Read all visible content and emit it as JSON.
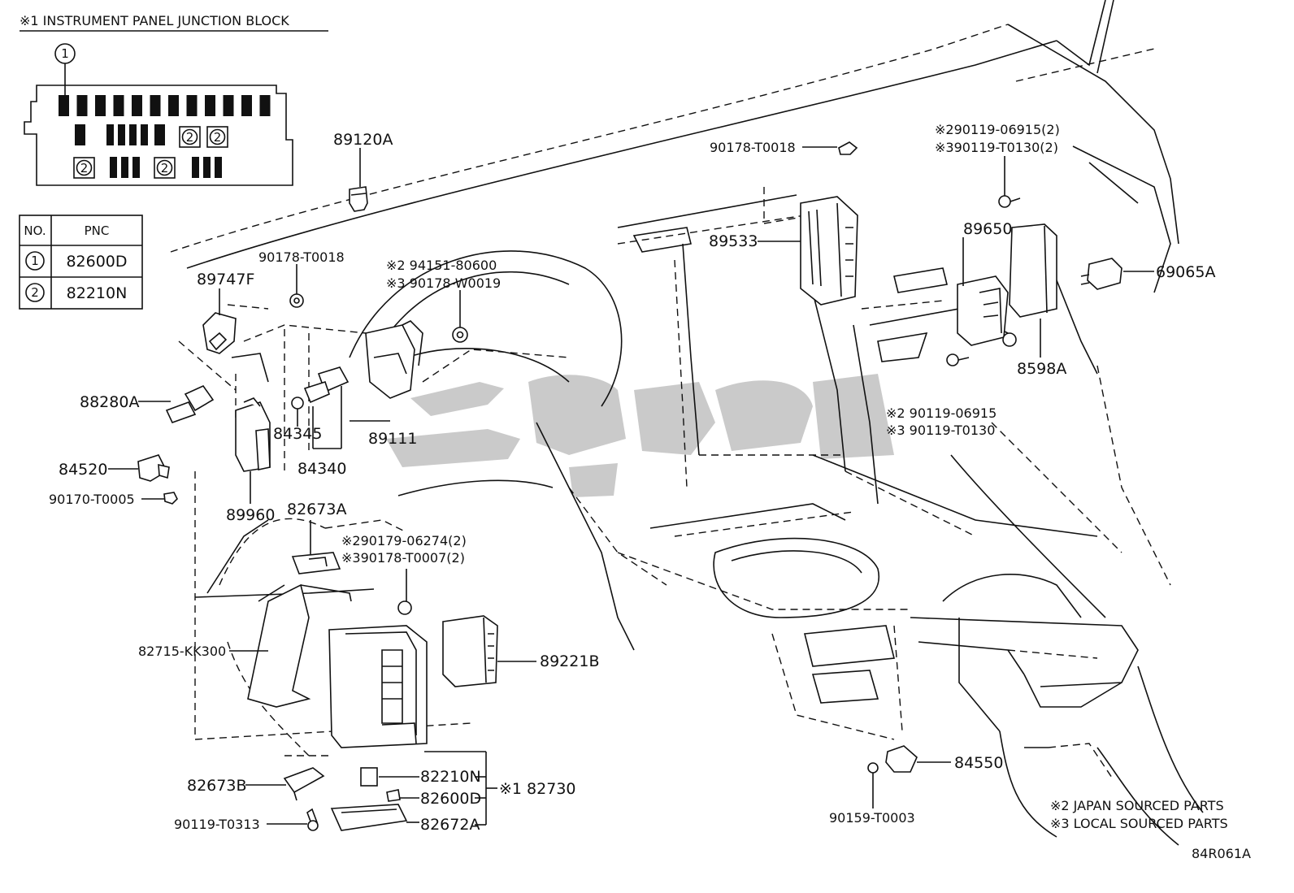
{
  "junction_block": {
    "title": "※1 INSTRUMENT PANEL JUNCTION BLOCK",
    "callout_1": "1",
    "callout_2": "2"
  },
  "pnc_table": {
    "col_no": "NO.",
    "col_pnc": "PNC",
    "rows": [
      {
        "no": "1",
        "pnc": "82600D"
      },
      {
        "no": "2",
        "pnc": "82210N"
      }
    ]
  },
  "labels": {
    "p89120A": "89120A",
    "p89747F": "89747F",
    "p90178_T0018_a": "90178-T0018",
    "p94151": "※2 94151-80600",
    "p90178_W0019": "※3 90178-W0019",
    "p90178_T0018_b": "90178-T0018",
    "p89533": "89533",
    "p90119_06915_2": "※290119-06915(2)",
    "p90119_T0130_2": "※390119-T0130(2)",
    "p89650": "89650",
    "p69065A": "69065A",
    "p8598A": "8598A",
    "p88280A": "88280A",
    "p84345": "84345",
    "p89111": "89111",
    "p90119_06915": "※2 90119-06915",
    "p90119_T0130": "※3 90119-T0130",
    "p84520": "84520",
    "p84340": "84340",
    "p90170_T0005": "90170-T0005",
    "p89960": "89960",
    "p82673A": "82673A",
    "p90179_06274": "※290179-06274(2)",
    "p90178_T0007": "※390178-T0007(2)",
    "p82715": "82715-KK300",
    "p89221B": "89221B",
    "p82210N": "82210N",
    "p82730": "※1 82730",
    "p82600D": "82600D",
    "p82673B": "82673B",
    "p82672A": "82672A",
    "p90119_T0313": "90119-T0313",
    "p84550": "84550",
    "p90159_T0003": "90159-T0003"
  },
  "notes": {
    "japan": "※2 JAPAN SOURCED PARTS",
    "local": "※3 LOCAL SOURCED PARTS"
  },
  "figure_code": "84R061A",
  "colors": {
    "line": "#111111",
    "watermark": "#9e9e9e",
    "background": "#ffffff"
  }
}
